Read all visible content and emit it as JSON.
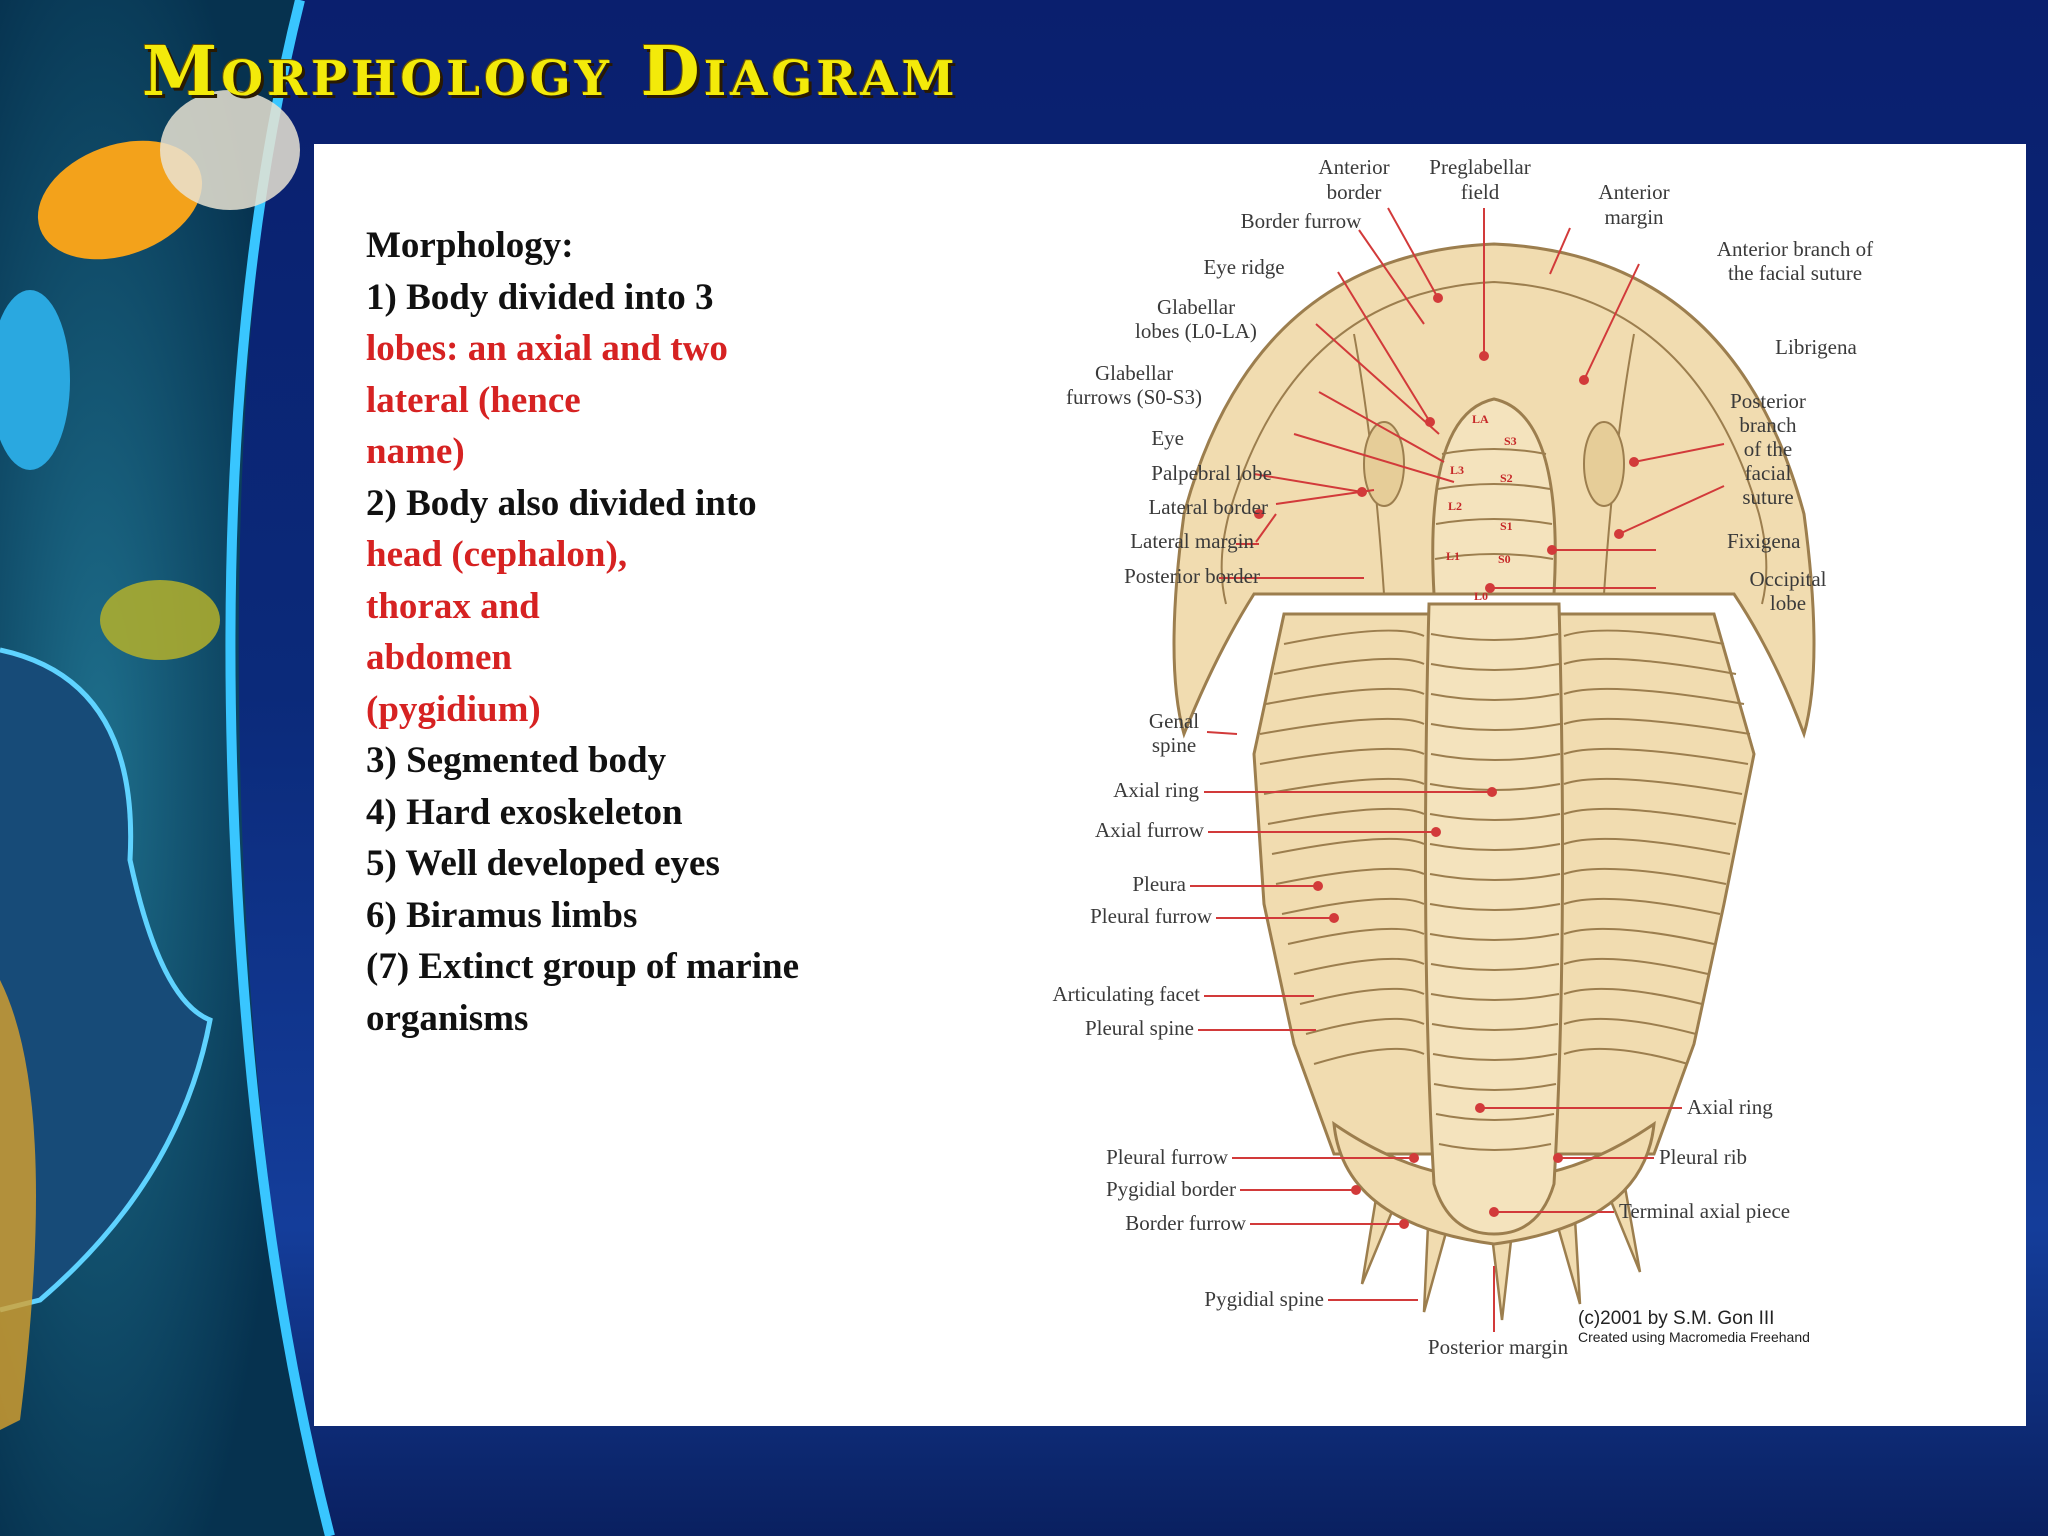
{
  "slide": {
    "title": "Morphology Diagram"
  },
  "morphology_text": [
    {
      "text": "Morphology:",
      "color": "black"
    },
    {
      "text": "1) Body divided into 3",
      "color": "black"
    },
    {
      "text": "lobes: an axial and two",
      "color": "red"
    },
    {
      "text": "lateral (hence",
      "color": "red"
    },
    {
      "text": "name)",
      "color": "red"
    },
    {
      "text": "2) Body also divided into",
      "color": "black"
    },
    {
      "text": "head (cephalon),",
      "color": "red"
    },
    {
      "text": "thorax and",
      "color": "red"
    },
    {
      "text": "abdomen",
      "color": "red"
    },
    {
      "text": "(pygidium)",
      "color": "red"
    },
    {
      "text": "3) Segmented body",
      "color": "black"
    },
    {
      "text": "4) Hard exoskeleton",
      "color": "black"
    },
    {
      "text": "5) Well developed eyes",
      "color": "black"
    },
    {
      "text": "6) Biramus limbs",
      "color": "black"
    },
    {
      "text": " (7) Extinct group of   marine",
      "color": "black"
    },
    {
      "text": "organisms",
      "color": "black"
    }
  ],
  "diagram": {
    "labels": {
      "anterior_border": [
        "Anterior",
        "border"
      ],
      "preglabellar_field": [
        "Preglabellar",
        "field"
      ],
      "anterior_margin": [
        "Anterior",
        "margin"
      ],
      "border_furrow": "Border furrow",
      "anterior_branch": [
        "Anterior branch of",
        "the facial suture"
      ],
      "eye_ridge": "Eye ridge",
      "glabellar_lobes": [
        "Glabellar",
        "lobes (L0-LA)"
      ],
      "librigena": "Librigena",
      "glabellar_furrows": [
        "Glabellar",
        "furrows (S0-S3)"
      ],
      "posterior_branch": [
        "Posterior",
        "branch",
        "of the",
        "facial",
        "suture"
      ],
      "eye": "Eye",
      "palpebral_lobe": "Palpebral lobe",
      "lateral_border": "Lateral border",
      "lateral_margin": "Lateral margin",
      "fixigena": "Fixigena",
      "posterior_border": "Posterior border",
      "occipital_lobe": [
        "Occipital",
        "lobe"
      ],
      "genal_spine": [
        "Genal",
        "spine"
      ],
      "axial_ring": "Axial ring",
      "axial_furrow": "Axial furrow",
      "pleura": "Pleura",
      "pleural_furrow": "Pleural furrow",
      "articulating_facet": "Articulating facet",
      "pleural_spine": "Pleural spine",
      "axial_ring_pyg": "Axial ring",
      "pleural_furrow_pyg": "Pleural furrow",
      "pleural_rib": "Pleural rib",
      "pygidial_border": "Pygidial border",
      "terminal_axial_piece": "Terminal axial piece",
      "border_furrow_pyg": "Border furrow",
      "pygidial_spine": "Pygidial spine",
      "posterior_margin": "Posterior margin"
    },
    "glabella_codes": {
      "la": "LA",
      "s3": "S3",
      "l3": "L3",
      "s2": "S2",
      "l2": "L2",
      "s1": "S1",
      "l1": "L1",
      "s0": "S0",
      "l0": "L0"
    },
    "credit": {
      "line1": "(c)2001 by S.M. Gon III",
      "line2": "Created using Macromedia Freehand"
    },
    "colors": {
      "body": "#f1dcb0",
      "outline": "#9c7e4e",
      "leader": "#d23a3a"
    }
  }
}
